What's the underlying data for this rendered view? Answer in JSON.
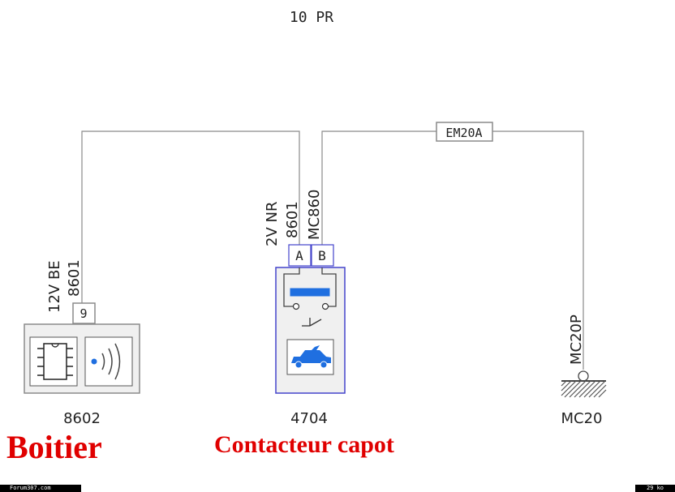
{
  "diagram": {
    "header": "10 PR",
    "fuse_label": "EM20A",
    "components": {
      "boitier": {
        "code": "8602",
        "pin": "9",
        "wire_color": "12V BE",
        "wire_code": "8601",
        "caption": "Boitier"
      },
      "contacteur": {
        "code": "4704",
        "pin_a": "A",
        "pin_b": "B",
        "wire_a_color": "2V NR",
        "wire_a_code": "8601",
        "wire_b_code": "MC860",
        "caption": "Contacteur capot"
      },
      "ground": {
        "code": "MC20",
        "point_label": "MC20P"
      }
    },
    "colors": {
      "wire": "#8a8a8a",
      "component_border": "#4444cc",
      "blue_fill": "#1f6fe0",
      "caption_red": "#e00000"
    }
  },
  "footer": {
    "left": "Forum307.com",
    "right": "29 ko"
  }
}
